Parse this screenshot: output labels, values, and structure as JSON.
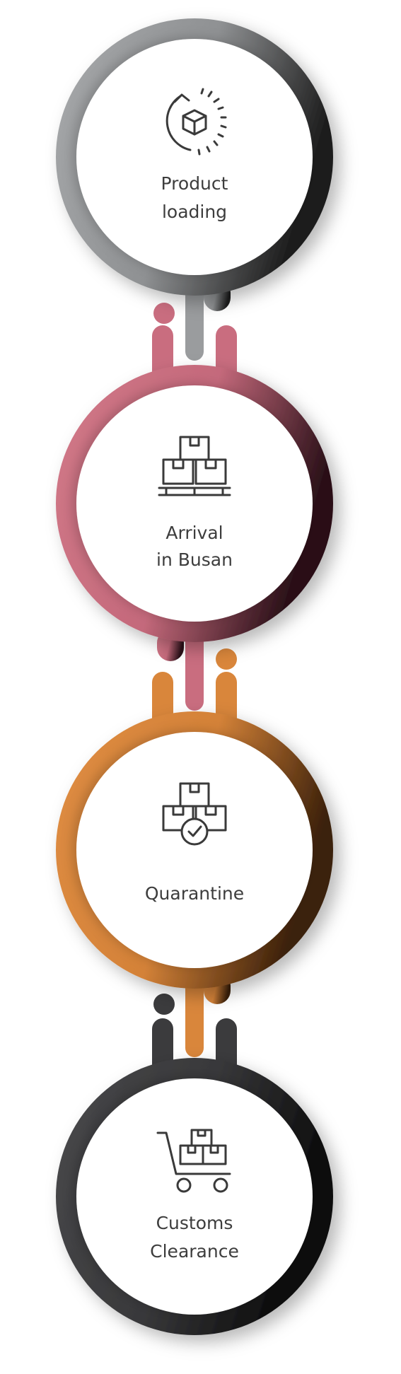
{
  "steps": [
    {
      "lines": [
        "Product",
        "loading"
      ],
      "icon": "box-rotate-icon",
      "color": "#9a9c9e",
      "dark": "#2b2b2b"
    },
    {
      "lines": [
        "Arrival",
        "in Busan"
      ],
      "icon": "stacked-boxes-pallet-icon",
      "color": "#c96d7f",
      "dark": "#3a1a22"
    },
    {
      "lines": [
        "Quarantine"
      ],
      "icon": "boxes-checkmark-icon",
      "color": "#d9863b",
      "dark": "#4a2a10"
    },
    {
      "lines": [
        "Customs",
        "Clearance"
      ],
      "icon": "cart-boxes-icon",
      "color": "#3b3b3d",
      "dark": "#111111"
    }
  ]
}
